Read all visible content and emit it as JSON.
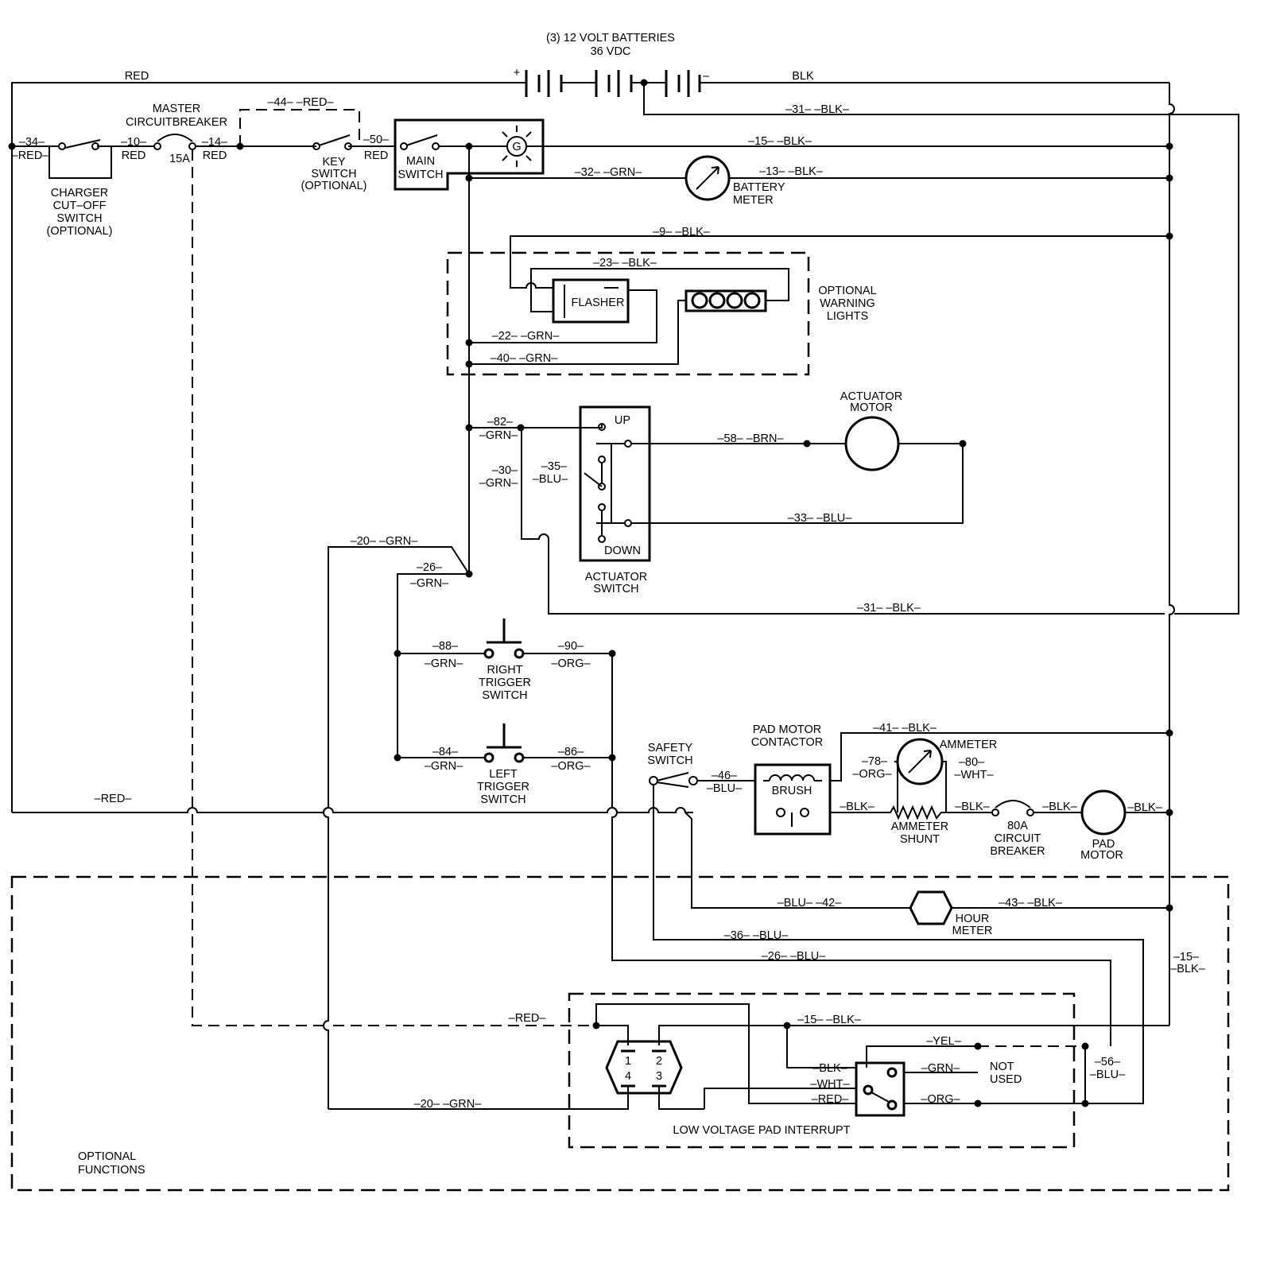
{
  "labels": {
    "batt_title": "(3) 12 VOLT BATTERIES",
    "batt_volt": "36 VDC",
    "top_red": "RED",
    "batt_plus": "+",
    "batt_minus": "–",
    "top_blk": "BLK",
    "w31_top": "–31–  –BLK–",
    "mcb1": "MASTER",
    "mcb2": "CIRCUITBREAKER",
    "w44": "–44–  –RED–",
    "w34": "–34–",
    "w34c": "–RED–",
    "w10": "–10–",
    "w10c": "RED",
    "amp15": "15A",
    "w14": "–14–",
    "w14c": "RED",
    "key1": "KEY",
    "key2": "SWITCH",
    "key3": "(OPTIONAL)",
    "w50": "–50–",
    "w50c": "RED",
    "main1": "MAIN",
    "main2": "SWITCH",
    "gen": "G",
    "w15_top": "–15–  –BLK–",
    "w32": "–32–  –GRN–",
    "w13": "–13–  –BLK–",
    "bm1": "BATTERY",
    "bm2": "METER",
    "ch1": "CHARGER",
    "ch2": "CUT–OFF",
    "ch3": "SWITCH",
    "ch4": "(OPTIONAL)",
    "w9": "–9–  –BLK–",
    "w23": "–23–  –BLK–",
    "flasher": "FLASHER",
    "owl1": "OPTIONAL",
    "owl2": "WARNING",
    "owl3": "LIGHTS",
    "w22": "–22–  –GRN–",
    "w40": "–40–  –GRN–",
    "am1": "ACTUATOR",
    "am2": "MOTOR",
    "up": "UP",
    "w82": "–82–",
    "w82c": "–GRN–",
    "w58": "–58–  –BRN–",
    "w35": "–35–",
    "w35c": "–BLU–",
    "w30": "–30–",
    "w30c": "–GRN–",
    "w33": "–33–  –BLU–",
    "down": "DOWN",
    "w20": "–20–  –GRN–",
    "as1": "ACTUATOR",
    "as2": "SWITCH",
    "w26": "–26–",
    "w26c": "–GRN–",
    "w31_mid": "–31–  –BLK–",
    "w88": "–88–",
    "w88c": "–GRN–",
    "w90": "–90–",
    "w90c": "–ORG–",
    "rt1": "RIGHT",
    "rt2": "TRIGGER",
    "rt3": "SWITCH",
    "w41": "–41–  –BLK–",
    "pmc1": "PAD MOTOR",
    "pmc2": "CONTACTOR",
    "ammeter": "AMMETER",
    "ss1": "SAFETY",
    "ss2": "SWITCH",
    "w84": "–84–",
    "w84c": "–GRN–",
    "w86": "–86–",
    "w86c": "–ORG–",
    "w78": "–78–",
    "w78c": "–ORG–",
    "w80": "–80–",
    "w80c": "–WHT–",
    "w46": "–46–",
    "w46c": "–BLU–",
    "brush": "BRUSH",
    "lt1": "LEFT",
    "lt2": "TRIGGER",
    "lt3": "SWITCH",
    "red_bottom": "–RED–",
    "blk1": "–BLK–",
    "blk2": "–BLK–",
    "blk3": "–BLK–",
    "blk4": "–BLK–",
    "sh1": "AMMETER",
    "sh2": "SHUNT",
    "cb1": "80A",
    "cb2": "CIRCUIT",
    "cb3": "BREAKER",
    "pm1": "PAD",
    "pm2": "MOTOR",
    "w42": "–BLU–  –42–",
    "w43": "–43–    –BLK–",
    "hm1": "HOUR",
    "hm2": "METER",
    "w36": "–36–  –BLU–",
    "w26b": "–26–    –BLU–",
    "w15r": "–15–",
    "w15rc": "–BLK–",
    "red_dash": "–RED–",
    "w15_low": "–15–    –BLK–",
    "yel": "–YEL–",
    "blk_sw": "–BLK–",
    "grn_sw": "–GRN–",
    "nu1": "NOT",
    "nu2": "USED",
    "wht_sw": "–WHT–",
    "w56": "–56–",
    "w56c": "–BLU–",
    "red_sw": "–RED–",
    "org_sw": "–ORG–",
    "w20b": "–20–    –GRN–",
    "pin1": "1",
    "pin2": "2",
    "pin4": "4",
    "pin3": "3",
    "lvpi": "LOW VOLTAGE PAD INTERRUPT",
    "of1": "OPTIONAL",
    "of2": "FUNCTIONS"
  }
}
